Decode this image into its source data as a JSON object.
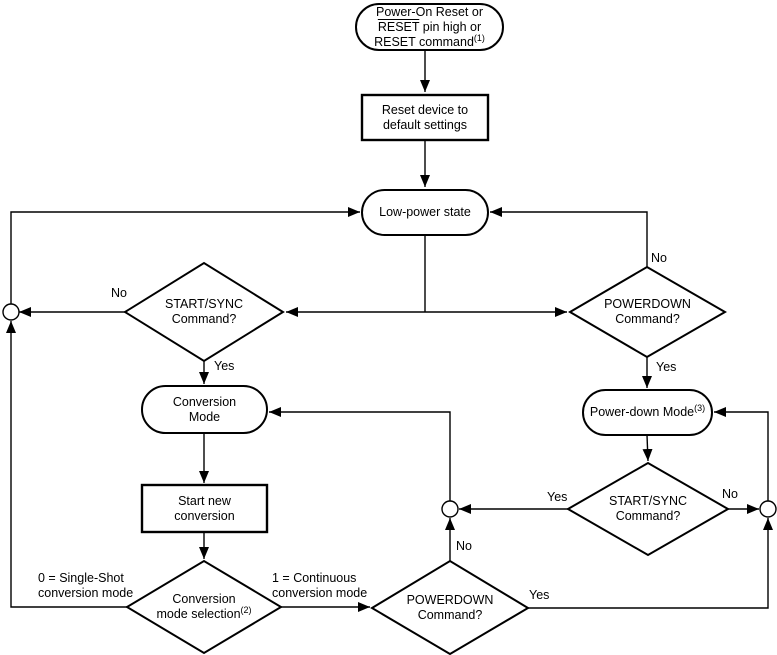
{
  "colors": {
    "line": "#000000",
    "shape_fill": "#ffffff",
    "text": "#000000"
  },
  "nodes": {
    "por": {
      "line1": "Power-On Reset or",
      "line2_overline": "RESET",
      "line2_rest": " pin high or",
      "line3": "RESET command",
      "sup": "(1)"
    },
    "reset": {
      "line1": "Reset device to",
      "line2": "default settings"
    },
    "lowPower": {
      "label": "Low-power state"
    },
    "ss1": {
      "line1": "START/SYNC",
      "line2": "Command?"
    },
    "pd1": {
      "line1": "POWERDOWN",
      "line2": "Command?"
    },
    "convMode": {
      "line1": "Conversion",
      "line2": "Mode"
    },
    "pdMode": {
      "label": "Power-down Mode",
      "sup": "(3)"
    },
    "startNew": {
      "line1": "Start new",
      "line2": "conversion"
    },
    "cms": {
      "line1": "Conversion",
      "line2": "mode selection",
      "sup": "(2)"
    },
    "pd2": {
      "line1": "POWERDOWN",
      "line2": "Command?"
    },
    "ss2": {
      "line1": "START/SYNC",
      "line2": "Command?"
    }
  },
  "labels": {
    "ss1No": "No",
    "ss1Yes": "Yes",
    "pd1No": "No",
    "pd1Yes": "Yes",
    "singleShot1": "0 = Single-Shot",
    "singleShot2": "conversion mode",
    "continuous1": "1 = Continuous",
    "continuous2": "conversion mode",
    "pd2No": "No",
    "pd2Yes": "Yes",
    "ss2Yes": "Yes",
    "ss2No": "No"
  }
}
